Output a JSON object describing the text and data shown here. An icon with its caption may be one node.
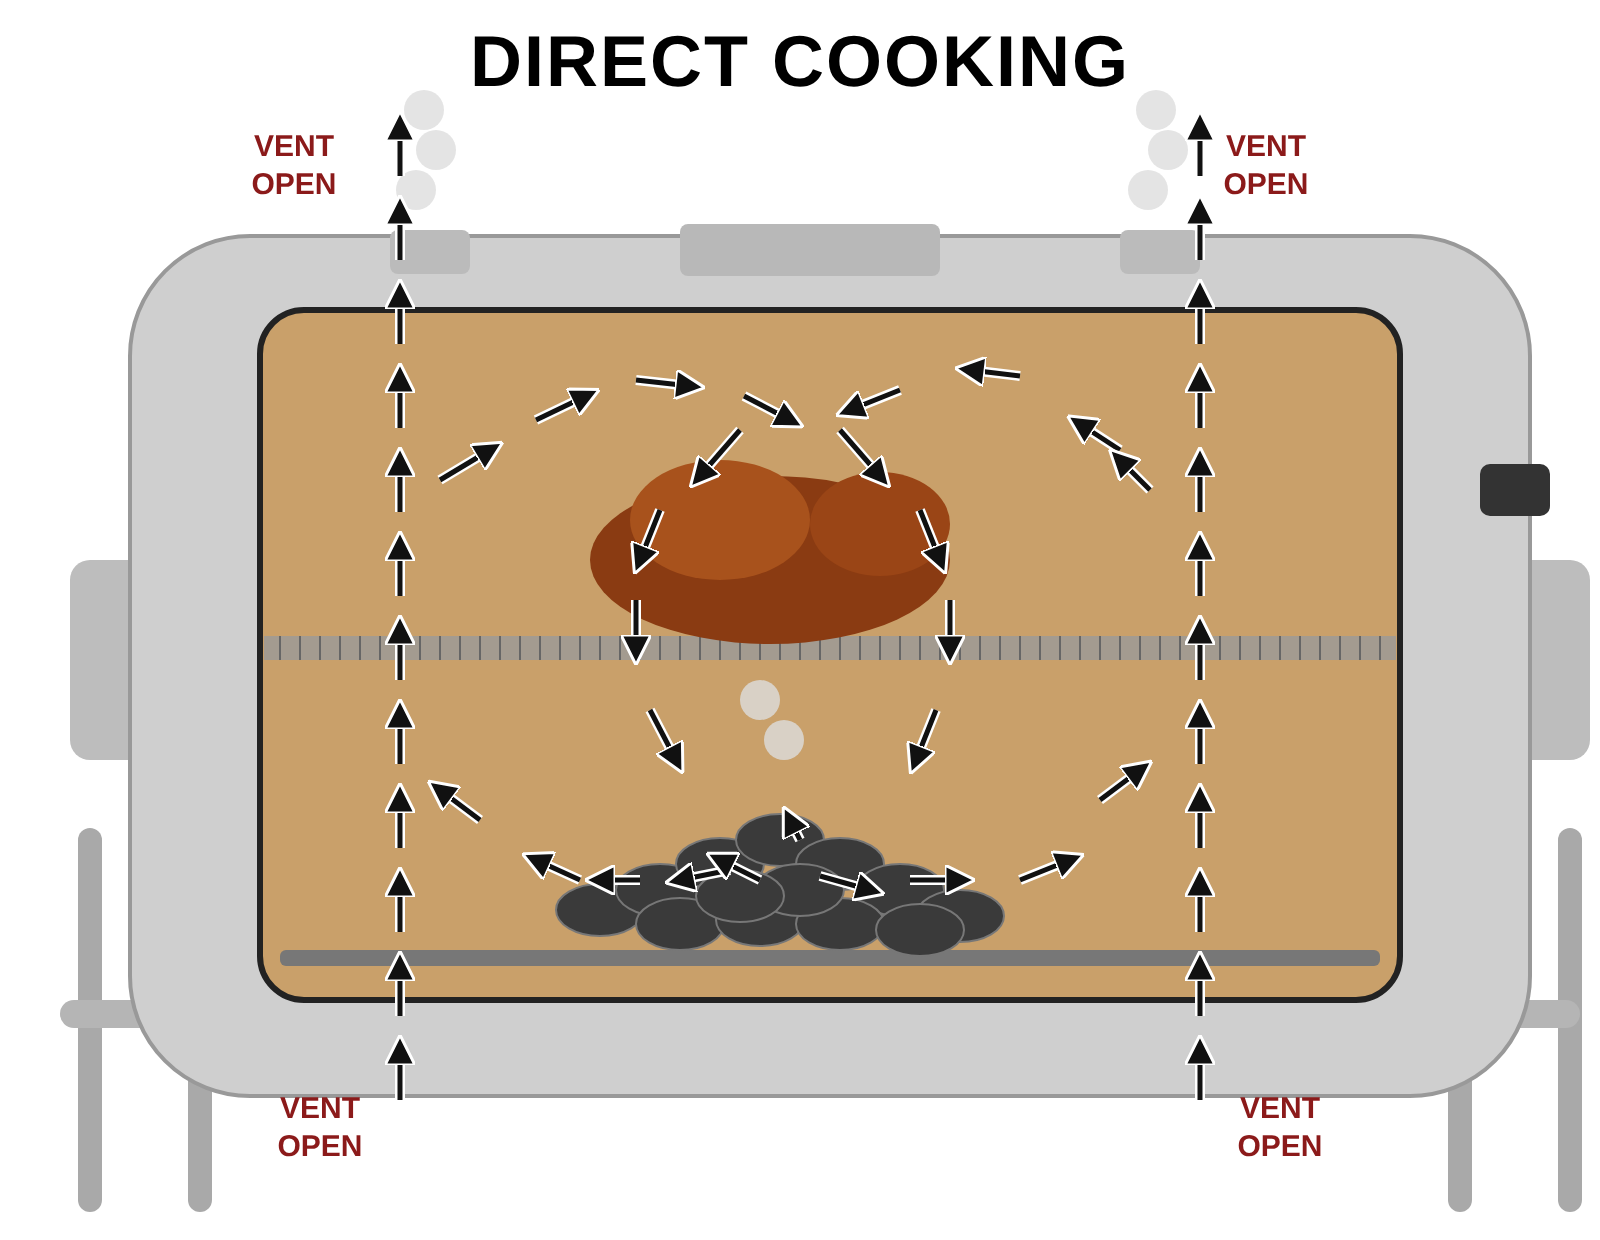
{
  "diagram": {
    "title": "DIRECT COOKING",
    "labels": [
      "VENT OPEN",
      "VENT OPEN",
      "VENT OPEN",
      "VENT OPEN"
    ]
  }
}
